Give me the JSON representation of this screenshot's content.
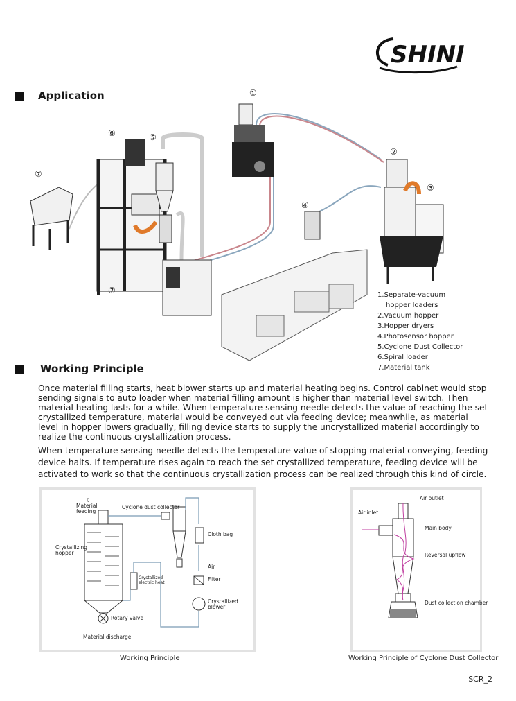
{
  "brand": {
    "logo_text": "SHINI"
  },
  "application": {
    "heading": "Application",
    "callouts": [
      "①",
      "②",
      "③",
      "④",
      "⑤",
      "⑥",
      "⑦",
      "⑦"
    ],
    "legend": [
      {
        "line1": "1.Separate-vacuum",
        "line2": "hopper loaders"
      },
      {
        "line1": "2.Vacuum hopper"
      },
      {
        "line1": "3.Hopper dryers"
      },
      {
        "line1": "4.Photosensor hopper"
      },
      {
        "line1": "5.Cyclone Dust Collector"
      },
      {
        "line1": "6.Spiral loader"
      },
      {
        "line1": "7.Material tank"
      }
    ]
  },
  "working_principle": {
    "heading": "Working Principle",
    "paragraph1": "Once material filling starts, heat blower starts up and material heating begins. Control cabinet would stop sending signals to auto loader when material filling amount is higher than material level switch. Then material heating lasts for a while. When temperature sensing needle detects the value of reaching the set crystallized temperature, material would be conveyed out via feeding device; meanwhile, as material level in hopper lowers gradually, filling device starts to supply the uncrystallized material accordingly to realize the continuous crystallization process.",
    "paragraph2": "When temperature sensing needle detects the temperature value of stopping material conveying, feeding device halts. If temperature rises again to reach the set crystallized temperature, feeding device will be activated to work so that the continuous crystallization process can be realized through this kind of circle."
  },
  "diagram_left": {
    "caption": "Working Principle",
    "labels": {
      "material_feeding_1": "Material",
      "material_feeding_2": "feeding",
      "cyclone": "Cyclone dust collector",
      "cloth_bag": "Cloth bag",
      "hopper_1": "Crystallizing",
      "hopper_2": "hopper",
      "heater_1": "Crystallized",
      "heater_2": "electric heat",
      "air": "Air",
      "filter": "Filter",
      "blower_1": "Crystallized",
      "blower_2": "blower",
      "rotary_valve": "Rotary valve",
      "discharge": "Material discharge"
    }
  },
  "diagram_right": {
    "caption": "Working Principle of Cyclone Dust Collector",
    "labels": {
      "air_outlet": "Air outlet",
      "air_inlet": "Air inlet",
      "main_body": "Main body",
      "reversal_upflow": "Reversal upflow",
      "dust_chamber": "Dust collection chamber"
    }
  },
  "page_code": "SCR_2",
  "colors": {
    "pipe_red": "#c9868c",
    "pipe_blue": "#8aa6bd",
    "accent_orange": "#e07a2a",
    "frame": "#e2e2e2"
  }
}
